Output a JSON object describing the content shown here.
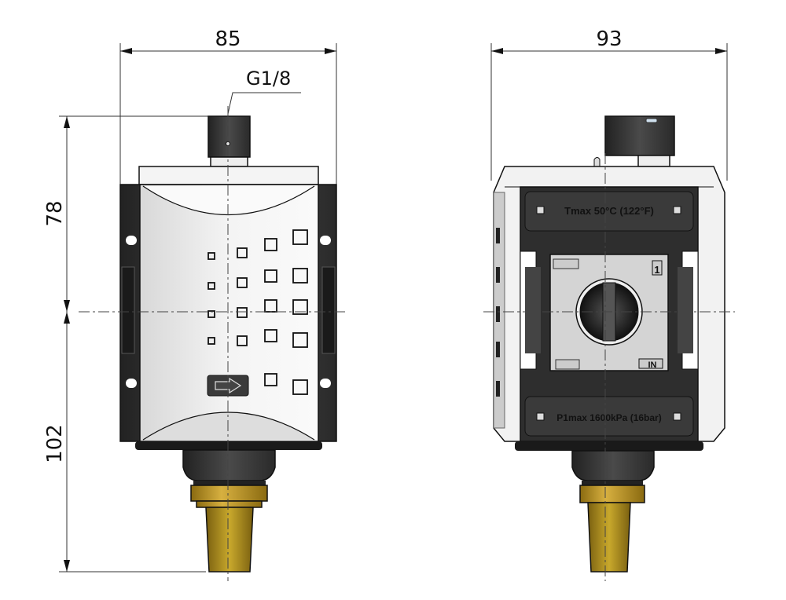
{
  "drawing": {
    "front_view": {
      "width_dimension": "85",
      "upper_height_dimension": "78",
      "lower_height_dimension": "102",
      "port_label": "G1/8"
    },
    "side_view": {
      "width_dimension": "93",
      "temperature_label": "Tmax 50°C (122°F)",
      "pressure_label": "P1max 1600kPa (16bar)",
      "port_number": "1",
      "inlet_label": "IN"
    },
    "colors": {
      "housing_dark": "#2e2e2e",
      "housing_light": "#e6e6e6",
      "brass": "#c9a030"
    }
  }
}
